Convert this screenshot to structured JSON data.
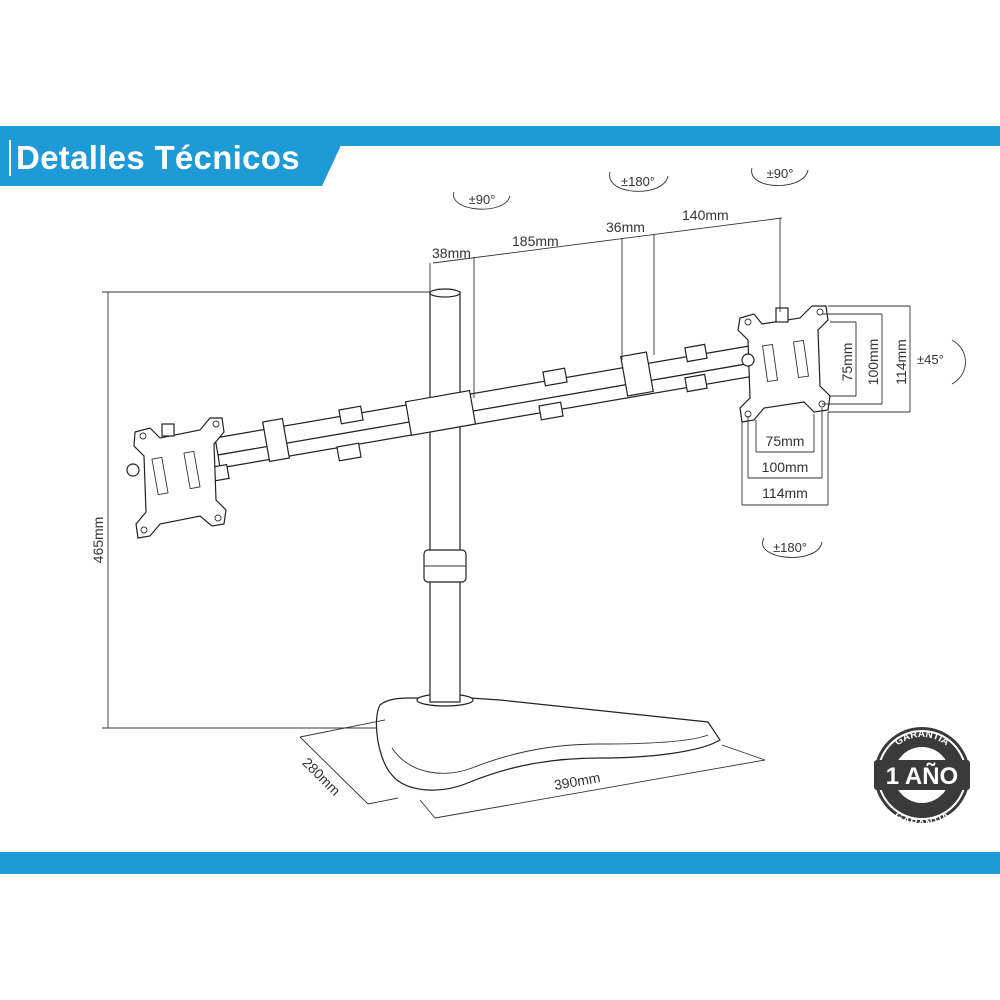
{
  "header": {
    "title": "Detalles Técnicos"
  },
  "colors": {
    "band": "#1e9ad6",
    "line": "#222222",
    "badge": "#3a3a3a"
  },
  "dimensions": {
    "pole_width": "38mm",
    "arm_segment_1": "185mm",
    "arm_joint": "36mm",
    "arm_segment_2": "140mm",
    "height": "465mm",
    "base_depth": "280mm",
    "base_width": "390mm",
    "vesa_h_75": "75mm",
    "vesa_h_100": "100mm",
    "vesa_h_114": "114mm",
    "vesa_v_75": "75mm",
    "vesa_v_100": "100mm",
    "vesa_v_114": "114mm"
  },
  "rotations": {
    "pole_swivel": "±90°",
    "arm_swivel": "±180°",
    "plate_tilt": "±90°",
    "plate_rotate": "±45°",
    "plate_swivel": "±180°"
  },
  "badge": {
    "top_text": "GARANTIA",
    "main_text": "1 AÑO",
    "bottom_text": "GARANTIA"
  }
}
